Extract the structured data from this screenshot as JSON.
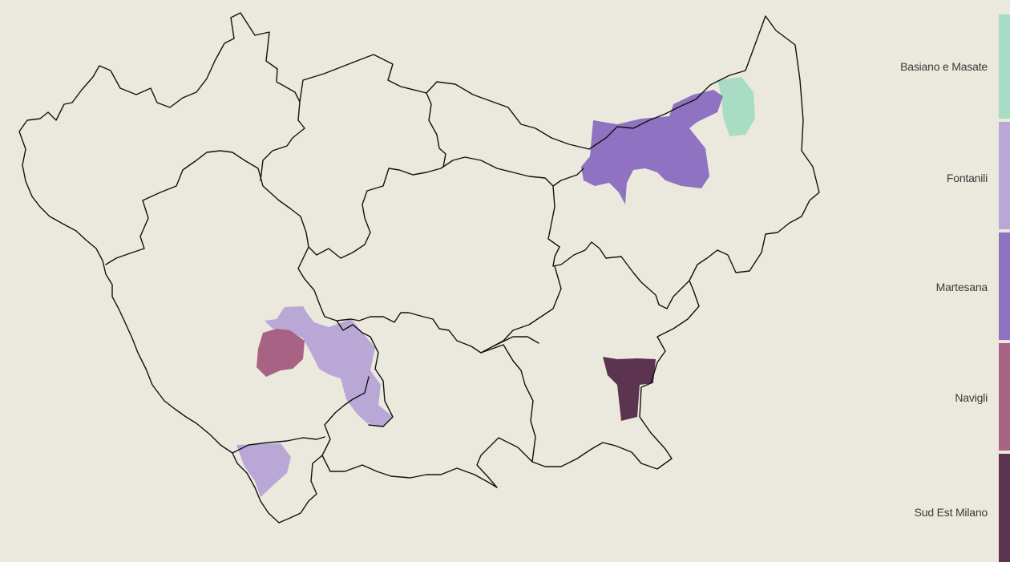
{
  "legend": {
    "items": [
      {
        "label": "Basiano e Masate",
        "color": "#a8dcc4"
      },
      {
        "label": "Fontanili",
        "color": "#b9a8d6"
      },
      {
        "label": "Martesana",
        "color": "#8f72c2"
      },
      {
        "label": "Navigli",
        "color": "#a86384"
      },
      {
        "label": "Sud Est Milano",
        "color": "#5c3450"
      }
    ]
  },
  "colors": {
    "background": "#ebe8de",
    "border": "#111111"
  }
}
